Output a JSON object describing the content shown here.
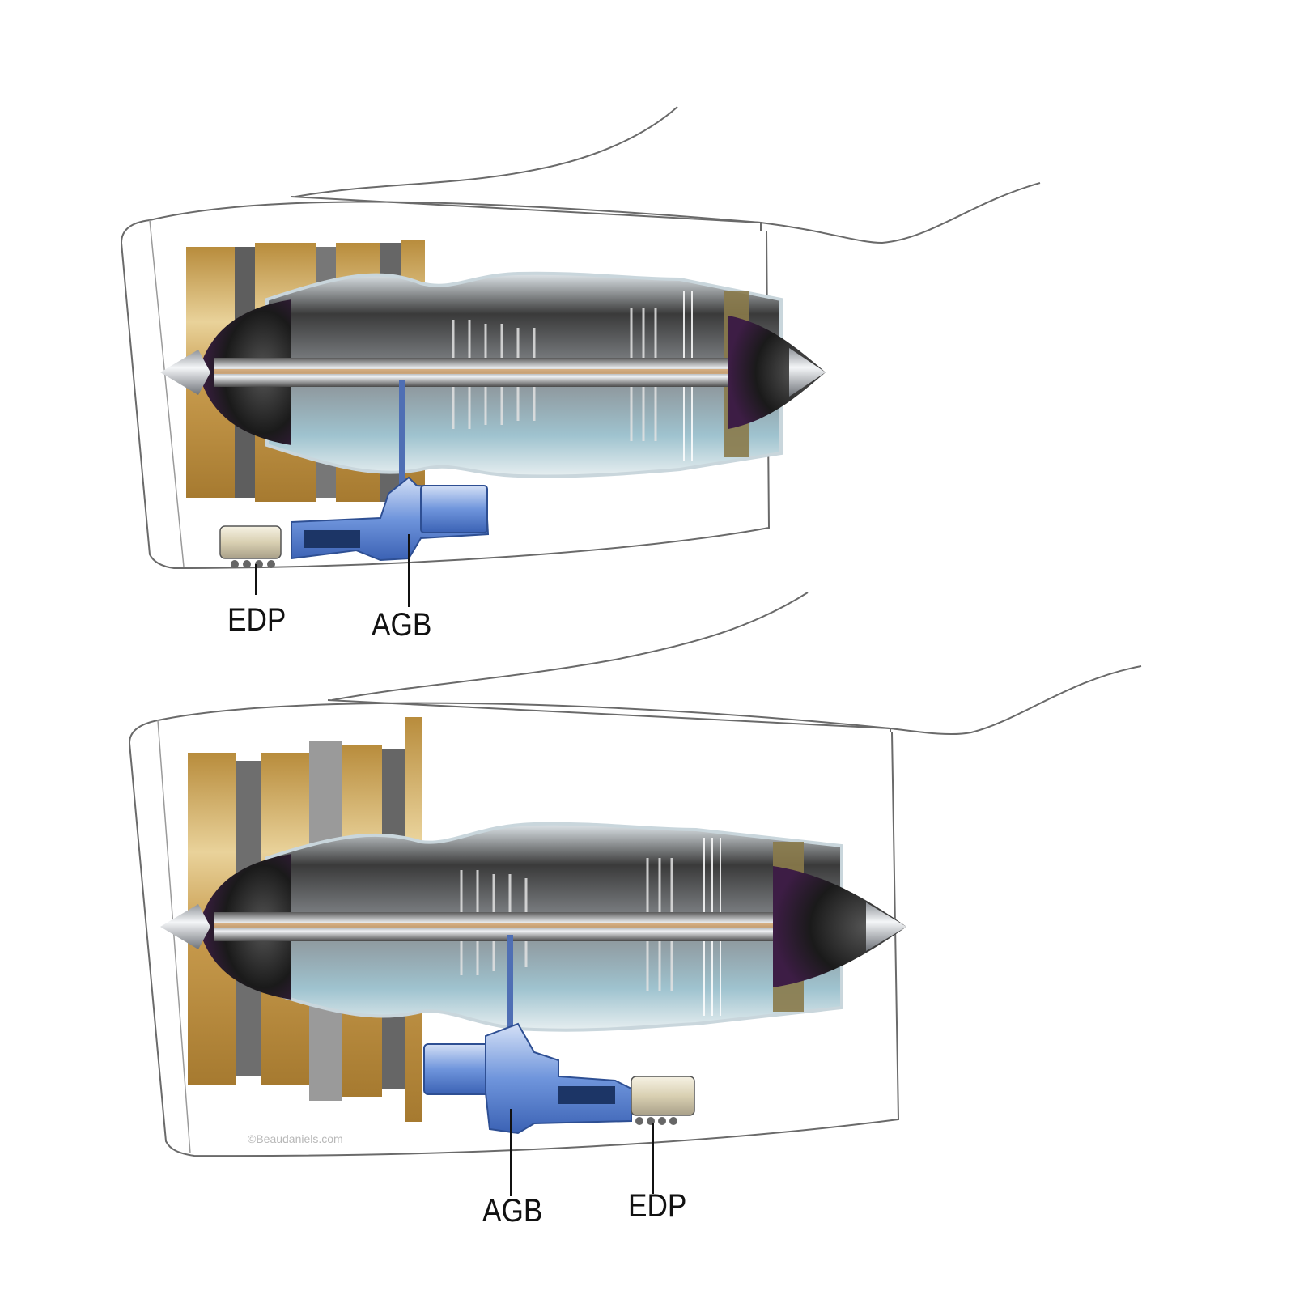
{
  "diagram": {
    "type": "engine-cutaway-comparison",
    "figures": [
      {
        "id": "top",
        "description": "Turbofan cutaway with accessory gearbox and engine driven pump mounted forward-low on fan case",
        "labels": [
          {
            "text": "EDP",
            "meaning": "Engine Driven Pump"
          },
          {
            "text": "AGB",
            "meaning": "Accessory Gearbox"
          }
        ]
      },
      {
        "id": "bottom",
        "description": "Turbofan cutaway with accessory gearbox and engine driven pump mounted on core, aft of fan",
        "labels": [
          {
            "text": "AGB",
            "meaning": "Accessory Gearbox"
          },
          {
            "text": "EDP",
            "meaning": "Engine Driven Pump"
          }
        ],
        "watermark": "©Beaudaniels.com"
      }
    ]
  },
  "top": {
    "edp_label": "EDP",
    "agb_label": "AGB"
  },
  "bottom": {
    "agb_label": "AGB",
    "edp_label": "EDP",
    "watermark": "©Beaudaniels.com"
  },
  "colors": {
    "outline": "#6a6a6a",
    "fan_gold": "#c9a35a",
    "fan_gold_light": "#e8cf98",
    "casing_grey": "#8a8a8a",
    "core_dark": "#2a2a2a",
    "shaft_silver": "#c8ccd0",
    "gearbox_blue": "#5c86d8",
    "gearbox_light_blue": "#b9ccef",
    "spinner_purple": "#3d1d45",
    "pump_cream": "#e9e2cc"
  }
}
